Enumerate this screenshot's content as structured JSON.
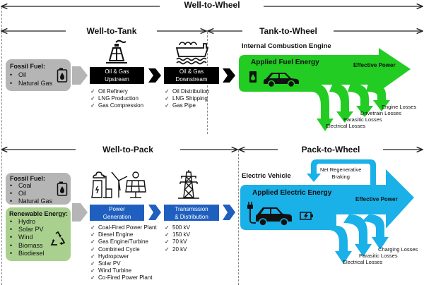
{
  "headers": {
    "well_to_wheel": "Well-to-Wheel",
    "well_to_tank": "Well-to-Tank",
    "tank_to_wheel": "Tank-to-Wheel",
    "well_to_pack": "Well-to-Pack",
    "pack_to_wheel": "Pack-to-Wheel"
  },
  "colors": {
    "ice_green": "#22cc22",
    "ev_blue": "#1ab0e8",
    "stage_black": "#000000",
    "stage_blue": "#1f5fbf",
    "fossil_gray": "#b5b5b5",
    "renewable_green": "#a9d08e"
  },
  "top": {
    "fossil": {
      "title": "Fossil Fuel:",
      "items": [
        "Oil",
        "Natural Gas"
      ],
      "icon": "fuel-barrel-icon"
    },
    "stages": [
      {
        "title_line1": "Oil & Gas",
        "title_line2": "Upstream",
        "icon": "oil-rig-icon",
        "items": [
          "Oil Refinery",
          "LNG Production",
          "Gas Compression"
        ]
      },
      {
        "title_line1": "Oil & Gas",
        "title_line2": "Downstream",
        "icon": "lng-tanker-ship-icon",
        "items": [
          "Oil Distribution",
          "LNG Shipping",
          "Gas Pipe"
        ]
      }
    ],
    "vehicle": {
      "title": "Internal Combustion Engine",
      "input": "Applied Fuel Energy",
      "output": "Effective Power",
      "losses": [
        "Electrical Losses",
        "Parasitic Losses",
        "Drivetrain Losses",
        "Engine Losses"
      ]
    }
  },
  "bottom": {
    "fossil": {
      "title": "Fossil Fuel:",
      "items": [
        "Coal",
        "Oil",
        "Natural Gas"
      ],
      "icon": "fuel-barrel-icon"
    },
    "renewable": {
      "title": "Renewable Energy:",
      "items": [
        "Hydro",
        "Solar PV",
        "Wind",
        "Biomass",
        "Biodiesel"
      ],
      "icon": "recycle-icon"
    },
    "stages": [
      {
        "title_line1": "Power",
        "title_line2": "Generation",
        "icon": "power-plant-wind-solar-icon",
        "items": [
          "Coal-Fired Power Plant",
          "Diesel Engine",
          "Gas Engine/Turbine",
          "Combined Cycle",
          "Hydropower",
          "Solar PV",
          "Wind Turbine",
          "Co-Fired Power Plant"
        ]
      },
      {
        "title_line1": "Transmission",
        "title_line2": "& Distribution",
        "icon": "transmission-tower-icon",
        "items": [
          "500 kV",
          "150 kV",
          "70 kV",
          "20 kV"
        ]
      }
    ],
    "vehicle": {
      "title": "Electric Vehicle",
      "input": "Applied Electric Energy",
      "output": "Effective Power",
      "regen_line1": "Net Regenerative",
      "regen_line2": "Braking",
      "losses": [
        "Electrical Losses",
        "Parasitic Losses",
        "Charging Losses"
      ]
    }
  }
}
